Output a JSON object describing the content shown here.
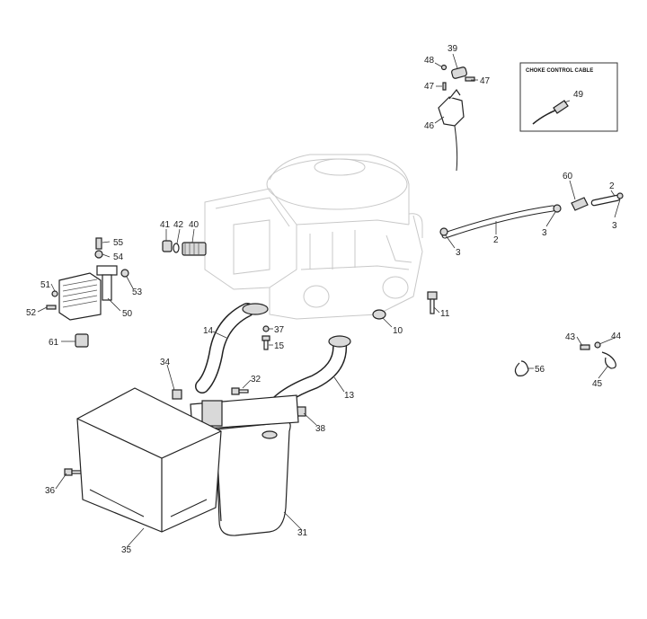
{
  "diagram": {
    "labels": {
      "l39": "39",
      "l48": "48",
      "l47a": "47",
      "l47b": "47",
      "l46": "46",
      "l49": "49",
      "l60": "60",
      "l2a": "2",
      "l2b": "2",
      "l3a": "3",
      "l3b": "3",
      "l3c": "3",
      "l41": "41",
      "l42": "42",
      "l40": "40",
      "l55": "55",
      "l54": "54",
      "l53": "53",
      "l51": "51",
      "l52": "52",
      "l50": "50",
      "l11": "11",
      "l10": "10",
      "l14": "14",
      "l37": "37",
      "l15": "15",
      "l61": "61",
      "l34": "34",
      "l32": "32",
      "l13": "13",
      "l38": "38",
      "l43": "43",
      "l44": "44",
      "l45": "45",
      "l56": "56",
      "l36": "36",
      "l35": "35",
      "l31": "31"
    },
    "inset_title": "CHOKE CONTROL CABLE"
  }
}
